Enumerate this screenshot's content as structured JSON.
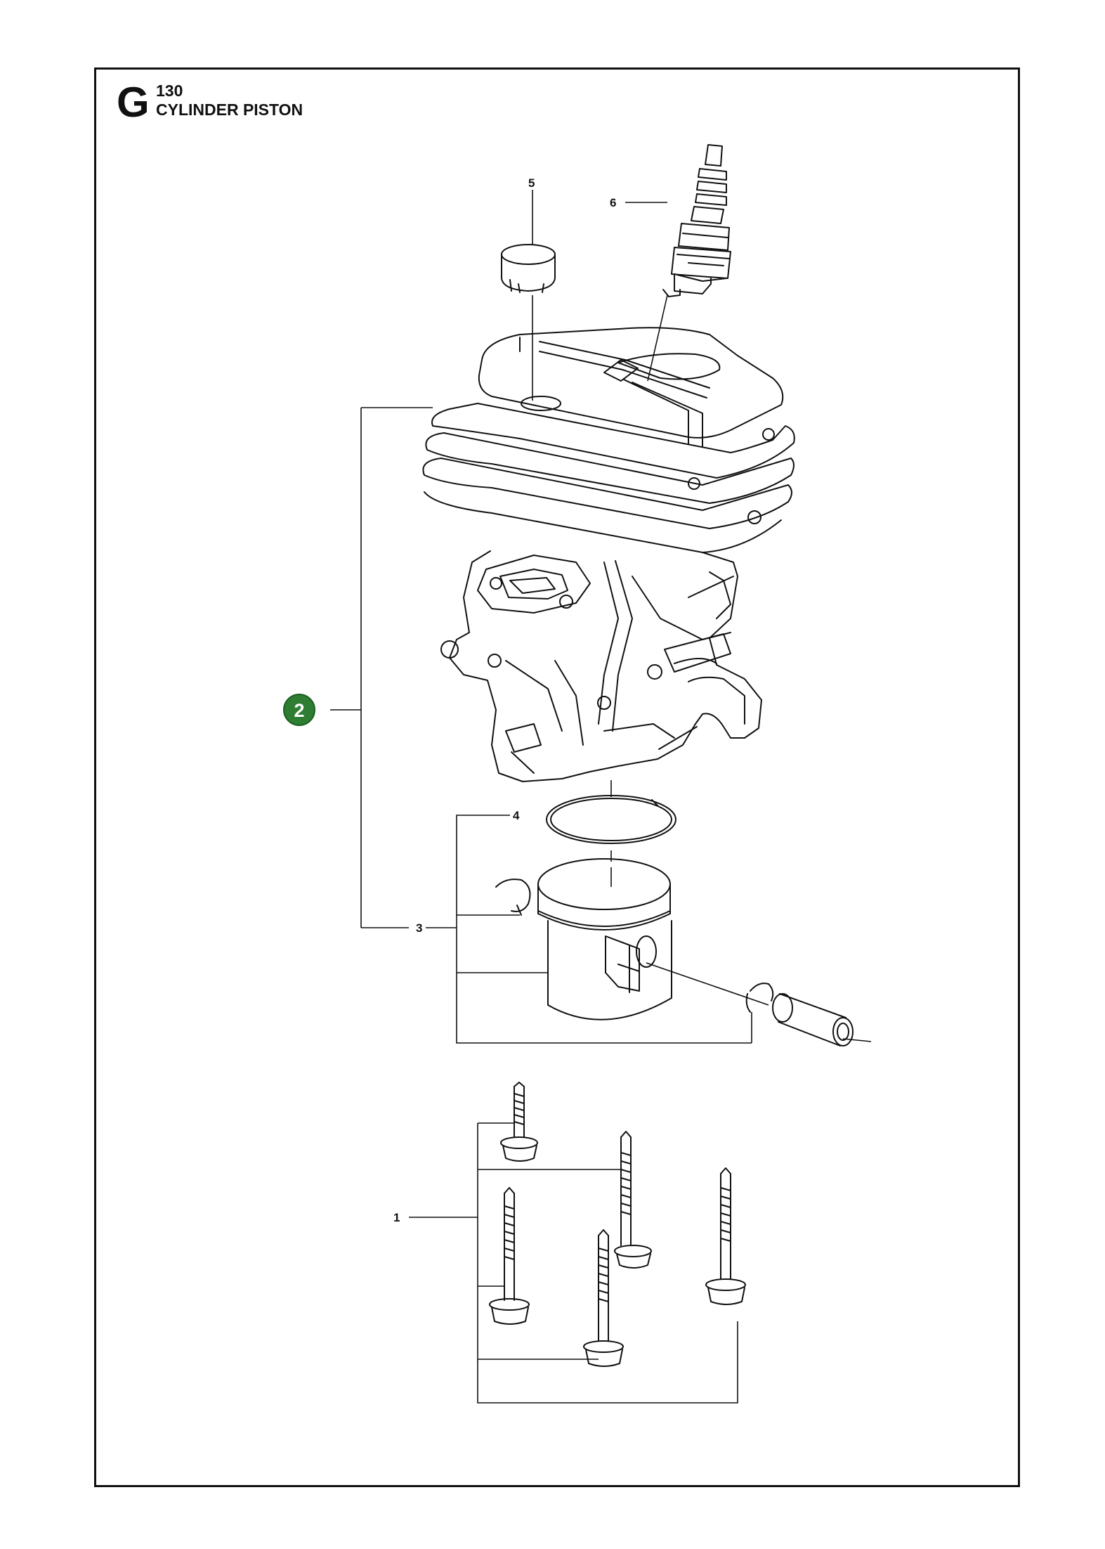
{
  "header": {
    "section_letter": "G",
    "section_number": "130",
    "section_title": "CYLINDER PISTON"
  },
  "callouts": {
    "c1": "1",
    "c2": "2",
    "c3": "3",
    "c4": "4",
    "c5": "5",
    "c6": "6"
  },
  "colors": {
    "badge_green": "#2e7d32",
    "line": "#111111"
  }
}
